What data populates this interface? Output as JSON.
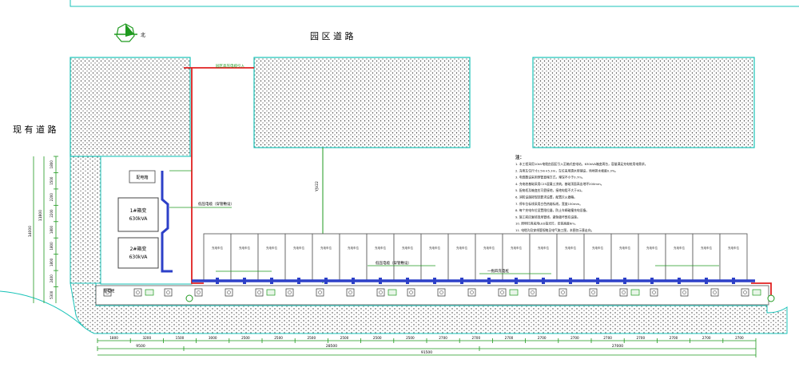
{
  "labels": {
    "road_top": "园 区 道 路",
    "road_left": "现 有 道 路",
    "north": "北"
  },
  "transformers": {
    "t1_name": "1#箱变",
    "t1_spec": "630kVA",
    "t2_name": "2#箱变",
    "t2_spec": "630kVA",
    "box_top": "配电箱"
  },
  "notes": {
    "title": "注：",
    "lines": [
      "1. 本工程采用10kV电缆由园区引入至箱式变电站，630kVA箱变两台，容量满足充电桩用电需求。",
      "2. 充电车位尺寸2.5m×5.3m，车位采用透水砖铺设，场地排水坡度0.3%。",
      "3. 电缆敷设采用穿管直埋方式，埋深不小于0.7m。",
      "4. 充电桩基础采用C25混凝土浇筑，基础顶面高出地坪200mm。",
      "5. 配电柜及箱变应可靠接地，接地电阻不大于4Ω。",
      "6. 消防设施按规范要求设置，配置灭火器箱。",
      "7. 停车位标线采用白色热熔标线，宽度150mm。",
      "8. 每个充电车位设置限位器，防止车辆碰撞充电设备。",
      "9. 施工前应复核现场管线，避免破坏既有设施。",
      "10. 照明灯具采用LED投光灯，安装高度6m。",
      "11. 电缆沟及穿线管规格见电气施工图，本图仅示意走向。"
    ]
  },
  "dimensions": {
    "bottom_row": [
      "1800",
      "3200",
      "1500",
      "3000",
      "2500",
      "2500",
      "2500",
      "2500",
      "2500",
      "2500",
      "2700",
      "2700",
      "2700",
      "2700",
      "2700",
      "2700",
      "2700",
      "2700",
      "2700",
      "2700"
    ],
    "bottom_totals": [
      "9500",
      "28500",
      "27000"
    ],
    "overall": "91500",
    "left_vertical": [
      "1800",
      "1500",
      "2200",
      "2200",
      "1800",
      "1800",
      "1800",
      "2400",
      "5300"
    ],
    "left_totals": [
      "11800",
      "14000"
    ]
  },
  "cable_labels": {
    "top_entry": "园区高压电缆引入",
    "v_cable": "YJV22",
    "run1": "低压电缆（穿管敷设）",
    "run2": "低压电缆（穿管敷设）",
    "legend1": "配电柜",
    "legend2": "一拖四充电桩"
  },
  "stall_label": "充电车位",
  "charger_label": "充电桩",
  "colors": {
    "hatch_border": "#19c3b8",
    "red_cable": "#e02020",
    "blue_bus": "#2d40c8",
    "green_line": "#1f9a1f",
    "stall_border": "#606060"
  }
}
